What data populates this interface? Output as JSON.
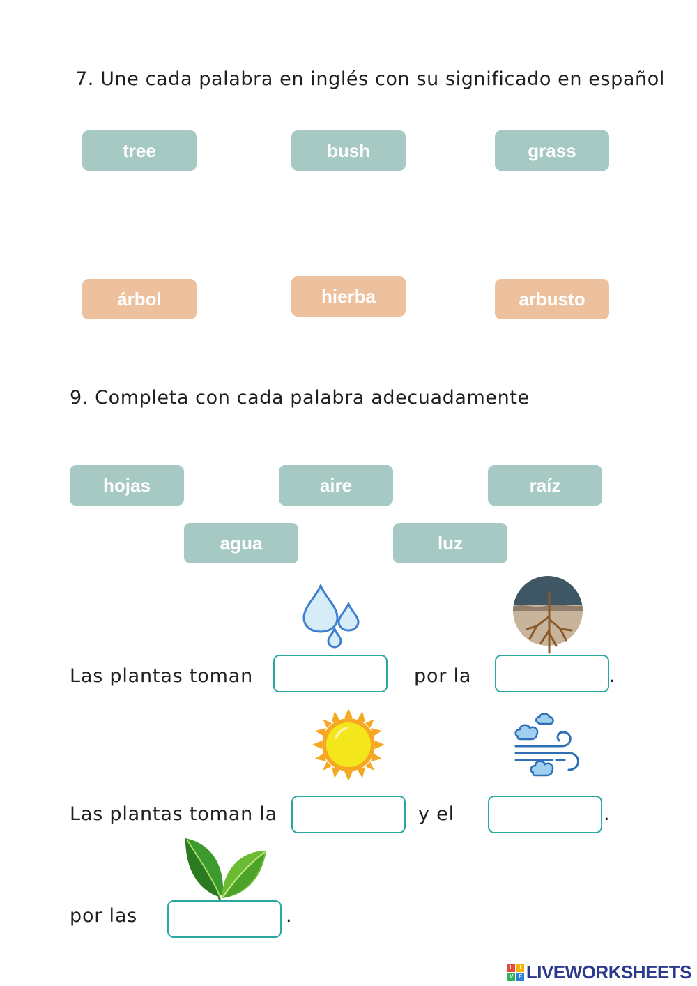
{
  "section7": {
    "title": "7. Une cada palabra en inglés con su significado en español",
    "english_words": [
      "tree",
      "bush",
      "grass"
    ],
    "spanish_words": [
      "árbol",
      "hierba",
      "arbusto"
    ]
  },
  "section9": {
    "title": "9. Completa con cada palabra adecuadamente",
    "word_bank": [
      "hojas",
      "aire",
      "raíz",
      "agua",
      "luz"
    ],
    "sentence1": {
      "part1": "Las plantas toman",
      "part2": "por la",
      "end": "."
    },
    "sentence2": {
      "part1": "Las plantas toman la",
      "part2": "y el",
      "end": "."
    },
    "sentence3": {
      "part1": "por las",
      "end": "."
    }
  },
  "icons": {
    "water": "water-drops-icon",
    "root": "root-icon",
    "sun": "sun-icon",
    "wind": "wind-icon",
    "leaves": "leaves-icon"
  },
  "colors": {
    "chip_teal": "#a7c9c4",
    "chip_peach": "#edc19d",
    "blank_border": "#2aa7a1",
    "brand": "#2b3a8c"
  },
  "brand": {
    "logo_letters": [
      "L",
      "I",
      "V",
      "E"
    ],
    "name": "LIVEWORKSHEETS"
  }
}
